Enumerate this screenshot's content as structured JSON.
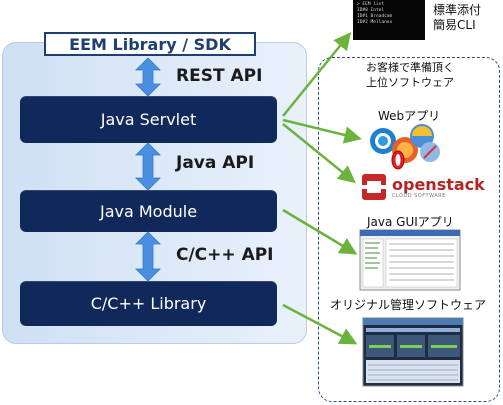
{
  "sdk": {
    "title": "EEM Library / SDK",
    "layers": {
      "servlet": "Java Servlet",
      "module": "Java Module",
      "library": "C/C++ Library"
    },
    "apis": {
      "rest": "REST API",
      "java": "Java API",
      "c": "C/C++ API"
    }
  },
  "customer": {
    "title_line1": "お客様で準備頂く",
    "title_line2": "上位ソフトウェア",
    "web_label": "Webアプリ",
    "openstack_main": "openstack",
    "openstack_sub": "CLOUD SOFTWARE",
    "gui_label": "Java GUIアプリ",
    "custom_label": "オリジナル管理ソフトウェア"
  },
  "cli": {
    "label_line1": "標準添付",
    "label_line2": "簡易CLI",
    "lines": [
      "> EEM list",
      "ID#0 Intel",
      "ID#1 Broadcom",
      "ID#2 Mellanox"
    ]
  },
  "colors": {
    "layer_box": "#11295a",
    "arrow_blue": "#4a90e2",
    "arrow_green": "#6cb33e",
    "dashed_border": "#2b4d86"
  }
}
